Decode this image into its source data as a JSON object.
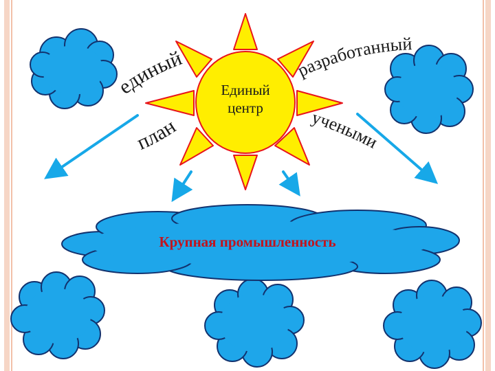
{
  "colors": {
    "border": "#f2c9b3",
    "sun_fill": "#ffee00",
    "sun_stroke": "#e8141b",
    "cloud_fill": "#1ea6ea",
    "cloud_stroke": "#12326e",
    "arrow": "#17a8e8",
    "banner_text": "#c0141e"
  },
  "sun": {
    "label_line1": "Единый",
    "label_line2": "центр"
  },
  "words": {
    "top_left": "единый",
    "bottom_left": "план",
    "top_right": "разработанный",
    "bottom_right": "учеными"
  },
  "banner": {
    "text": "Крупная промышленность"
  }
}
